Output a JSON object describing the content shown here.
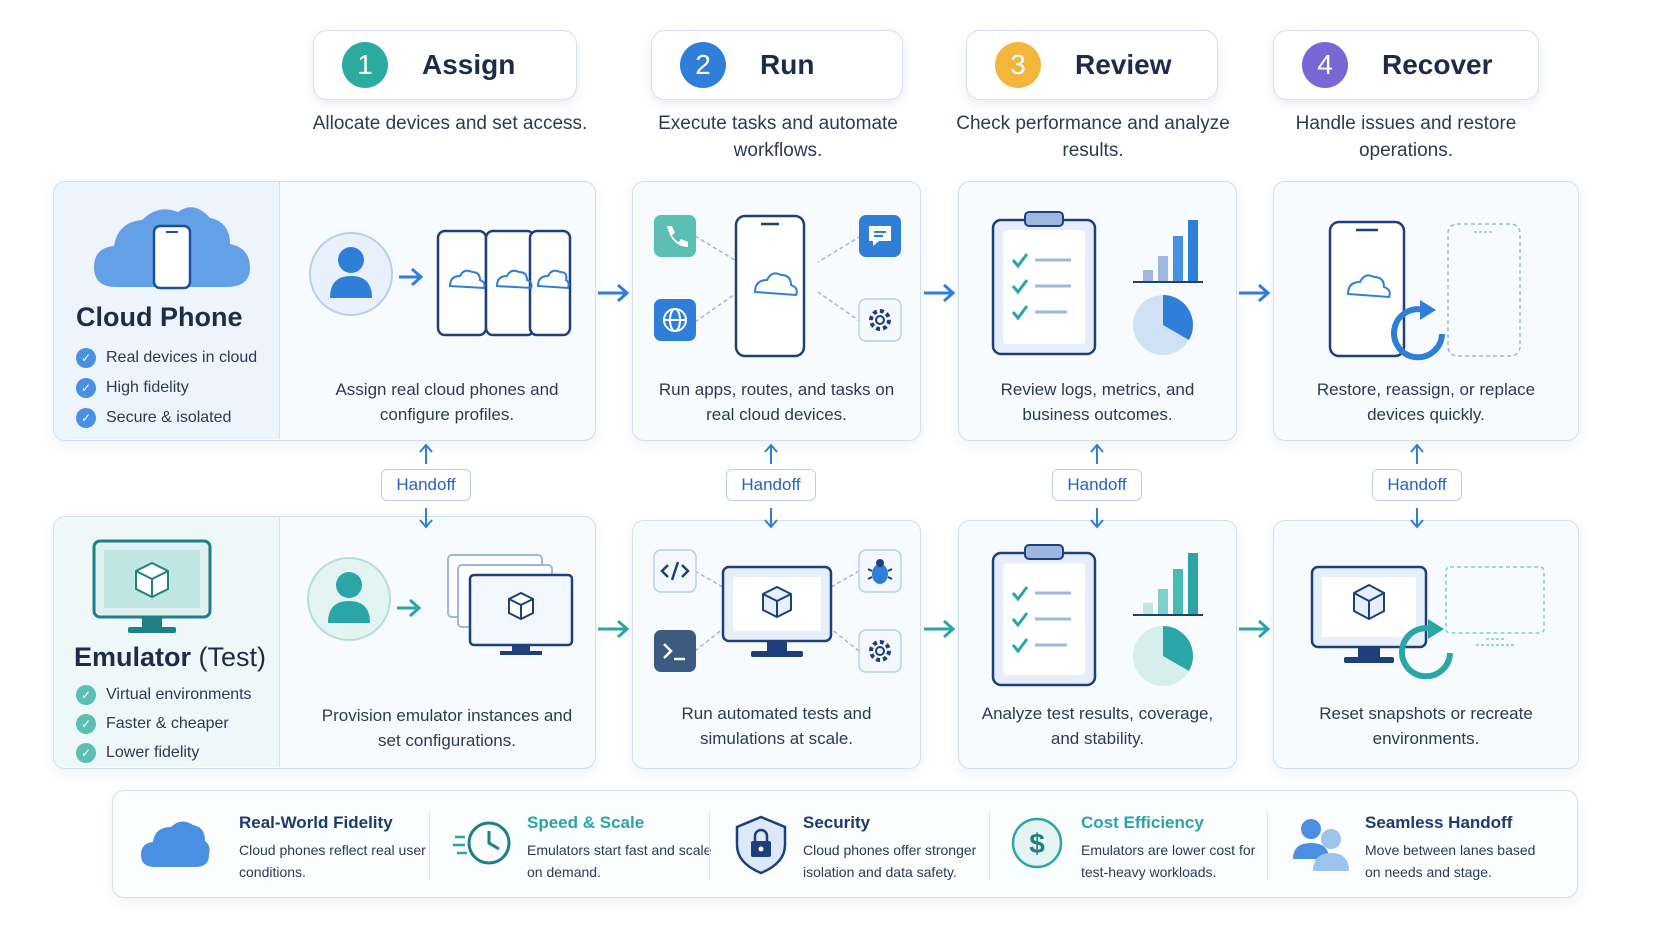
{
  "steps": [
    {
      "num": "1",
      "title": "Assign",
      "desc": "Allocate devices and set access.",
      "color": "#2bab9f"
    },
    {
      "num": "2",
      "title": "Run",
      "desc": "Execute tasks and automate workflows.",
      "color": "#2f7fd8"
    },
    {
      "num": "3",
      "title": "Review",
      "desc": "Check performance and analyze results.",
      "color": "#f2b63a"
    },
    {
      "num": "4",
      "title": "Recover",
      "desc": "Handle issues and restore operations.",
      "color": "#7a67d6"
    }
  ],
  "cloud_lane": {
    "title": "Cloud Phone",
    "features": [
      "Real devices in cloud",
      "High fidelity",
      "Secure & isolated"
    ],
    "accent": "#2f7fd8",
    "captions": [
      "Assign real cloud phones and configure profiles.",
      "Run apps, routes, and tasks on real cloud devices.",
      "Review logs, metrics, and business outcomes.",
      "Restore, reassign, or replace devices quickly."
    ]
  },
  "emulator_lane": {
    "title": "Emulator",
    "title_suffix": "(Test)",
    "features": [
      "Virtual environments",
      "Faster & cheaper",
      "Lower fidelity"
    ],
    "accent": "#2aa5a8",
    "captions": [
      "Provision emulator instances and set configurations.",
      "Run automated tests and simulations at scale.",
      "Analyze test results, coverage, and stability.",
      "Reset snapshots or recreate environments."
    ]
  },
  "handoff_label": "Handoff",
  "benefits": [
    {
      "title": "Real-World Fidelity",
      "desc": "Cloud phones reflect real user conditions.",
      "color": "#1e3a6e",
      "icon": "cloud-icon"
    },
    {
      "title": "Speed & Scale",
      "desc": "Emulators start fast and scale on demand.",
      "color": "#2aa5a8",
      "icon": "clock-icon"
    },
    {
      "title": "Security",
      "desc": "Cloud phones offer stronger isolation and data safety.",
      "color": "#1e3a6e",
      "icon": "shield-lock-icon"
    },
    {
      "title": "Cost Efficiency",
      "desc": "Emulators are lower cost for test-heavy workloads.",
      "color": "#2aa5a8",
      "icon": "dollar-icon"
    },
    {
      "title": "Seamless Handoff",
      "desc": "Move between lanes based on needs and stage.",
      "color": "#1e3a6e",
      "icon": "users-icon"
    }
  ]
}
